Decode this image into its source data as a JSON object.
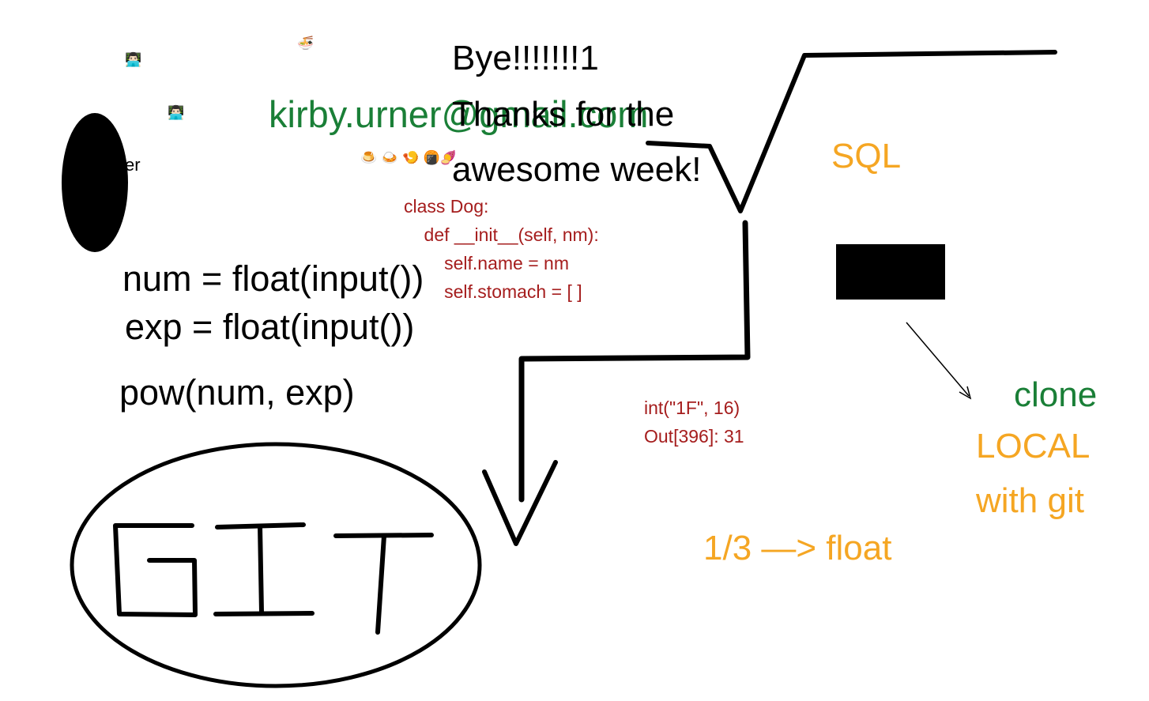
{
  "emojis": {
    "technologist_a": "👨🏻‍💻",
    "technologist_b": "👨🏻‍💻",
    "noodle_bowl": "🍜",
    "food_row": "🍮 🍛 🍤 🍘🍠"
  },
  "texts": {
    "partial_word": "er",
    "bye": "Bye!!!!!!!1",
    "email": "kirby.urner@gmail.com",
    "thanks_line1": "Thanks for the",
    "thanks_line2": "awesome week!",
    "sql": "SQL",
    "num_line": "num = float(input())",
    "exp_line": "exp = float(input())",
    "pow_line": "pow(num, exp)",
    "int_call": "int(\"1F\", 16)",
    "out_line": "Out[396]: 31",
    "clone": "clone",
    "local": "LOCAL",
    "with_git": "with git",
    "third_float": "1/3 —> float",
    "git_letters": "GIT"
  },
  "code": {
    "line1": "class Dog:",
    "line2": "    def __init__(self, nm):",
    "line3": "        self.name = nm",
    "line4": "        self.stomach = [ ]"
  },
  "colors": {
    "green": "#1a7f37",
    "orange": "#f5a623",
    "dark_red": "#a51d1d",
    "ink": "#000000"
  }
}
